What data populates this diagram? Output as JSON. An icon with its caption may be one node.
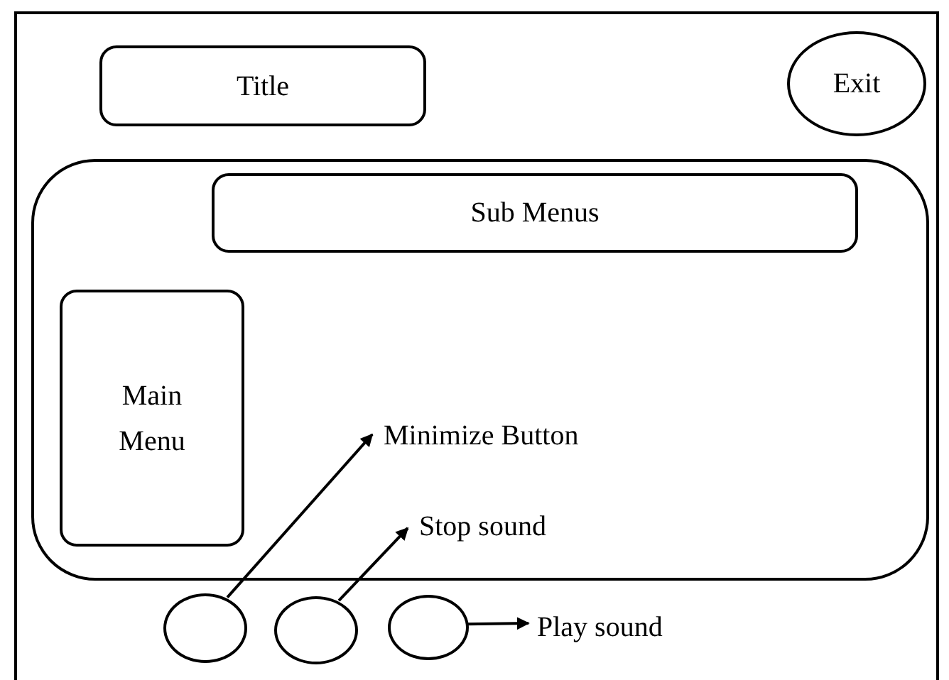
{
  "diagram": {
    "nodes": [
      {
        "text": [],
        "shape": "box"
      },
      {
        "text": [
          "Title"
        ],
        "in": 0
      },
      {
        "text": [
          "Exit"
        ],
        "in": 0
      },
      {
        "text": [],
        "shape": "box",
        "in": 0
      },
      {
        "text": [
          "Sub Menus"
        ],
        "in": 3
      },
      {
        "text": [
          "Main Menu"
        ],
        "in": 3
      },
      {
        "text": [
          "Minimize Button"
        ],
        "in": 3
      },
      {
        "text": [
          "Stop sound"
        ],
        "in": 3
      },
      {
        "text": [],
        "shape": "circle",
        "in": 0
      },
      {
        "text": [],
        "shape": "circle",
        "in": 0
      },
      {
        "text": [],
        "shape": "circle",
        "in": 0
      },
      {
        "text": [
          "Play sound"
        ],
        "in": 0
      }
    ],
    "edges": [
      {
        "from": 8,
        "to": 6,
        "arrow": "to"
      },
      {
        "from": 9,
        "to": 7,
        "arrow": "to"
      },
      {
        "from": 10,
        "to": 11,
        "arrow": "to"
      }
    ]
  }
}
